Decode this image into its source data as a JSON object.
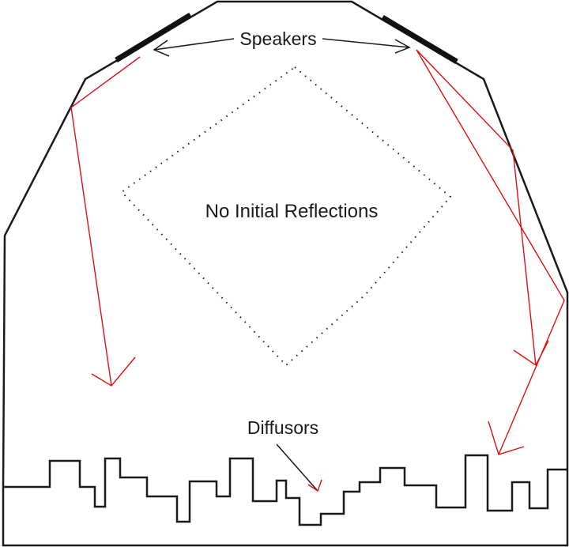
{
  "labels": {
    "speakers": "Speakers",
    "zone": "No Initial Reflections",
    "diffusors": "Diffusors"
  },
  "colors": {
    "wall": "#1a1a1a",
    "ray": "#e01010",
    "zone_outline": "#1a1a1a"
  }
}
